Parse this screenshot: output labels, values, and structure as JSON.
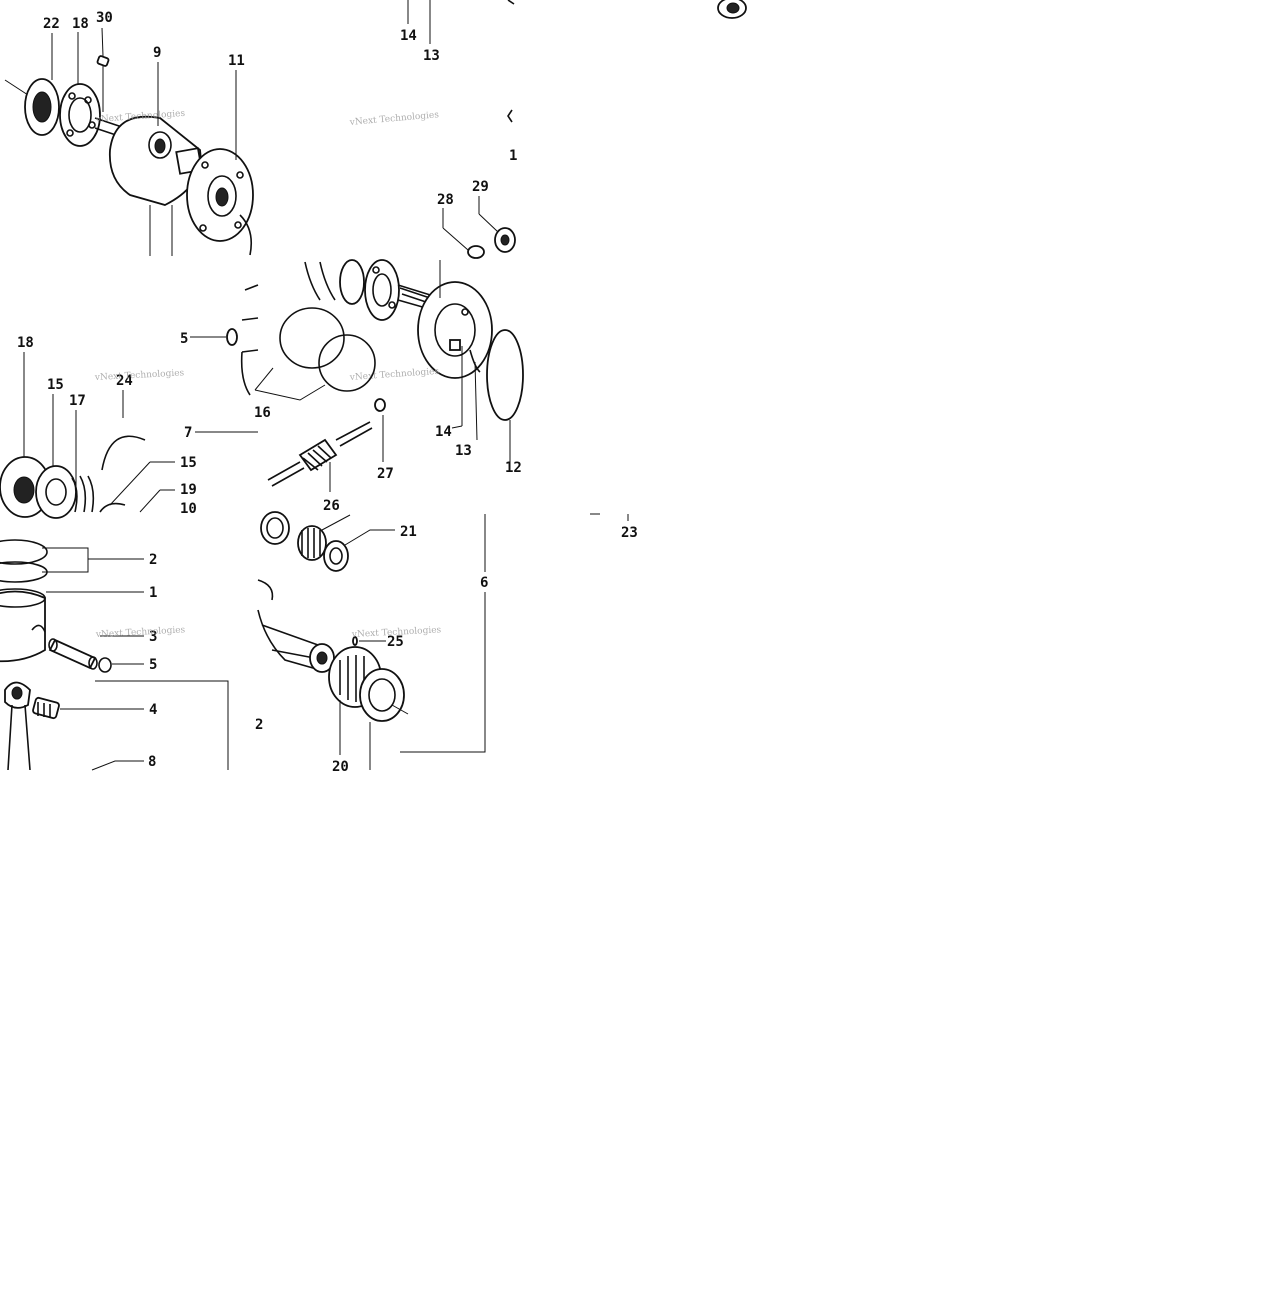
{
  "watermark": "vNext Technologies",
  "labels": {
    "top_left": [
      "22",
      "18",
      "30",
      "9",
      "11"
    ],
    "top_mid": [
      "14",
      "13",
      "28",
      "29"
    ],
    "mid_left": [
      "5",
      "18",
      "24",
      "15",
      "17",
      "7",
      "16",
      "15",
      "19",
      "10"
    ],
    "mid_center": [
      "27",
      "14",
      "13",
      "26"
    ],
    "bottom_left": [
      "2",
      "1",
      "3",
      "5",
      "4",
      "8"
    ],
    "bottom_center": [
      "21",
      "25",
      "2",
      "20",
      "6",
      "23"
    ]
  }
}
